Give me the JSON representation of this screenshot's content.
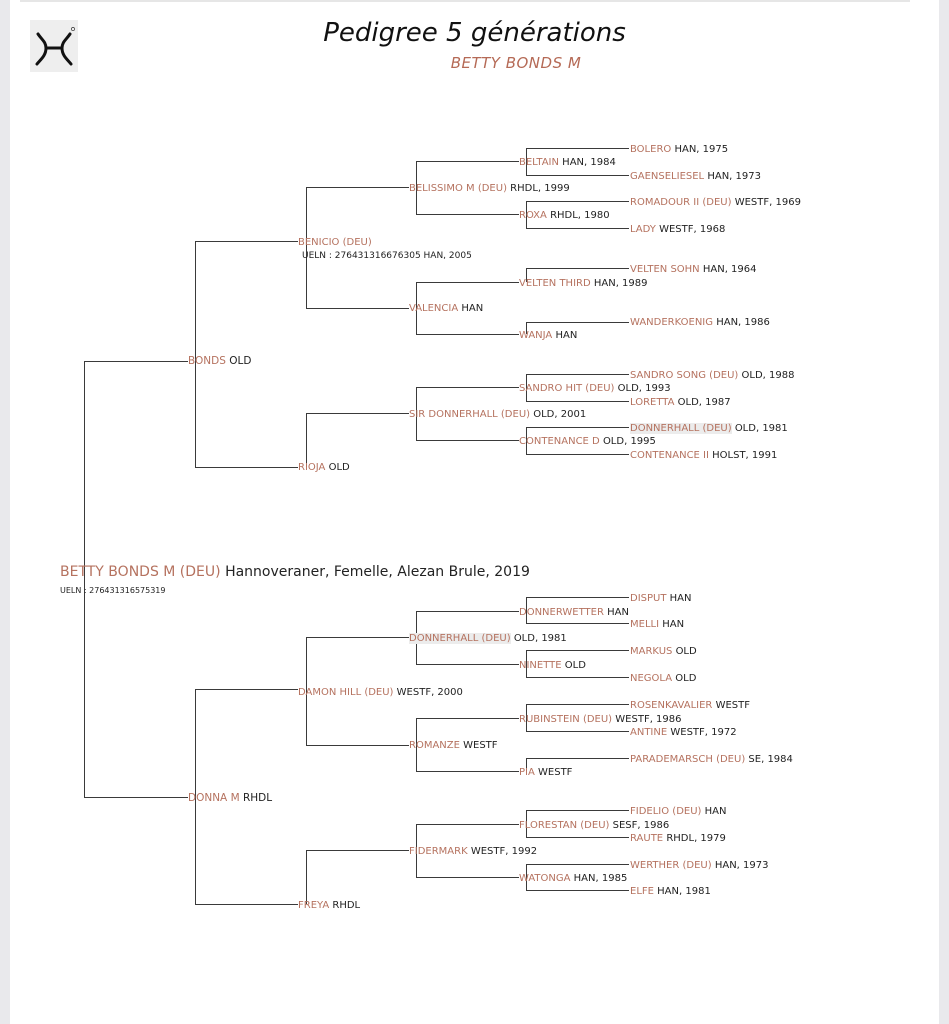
{
  "header": {
    "title": "Pedigree 5 générations",
    "subtitle": "BETTY BONDS M"
  },
  "root": {
    "name": "BETTY BONDS M (DEU)",
    "info": "Hannoveraner, Femelle, Alezan Brule, 2019",
    "ueln": "UELN : 276431316575319"
  },
  "sire": {
    "name": "BONDS",
    "info": "OLD"
  },
  "sire_sire": {
    "name": "BENICIO (DEU)",
    "info": "",
    "ueln": "UELN : 276431316676305 HAN, 2005"
  },
  "sire_dam": {
    "name": "RIOJA",
    "info": "OLD"
  },
  "ss_sire": {
    "name": "BELISSIMO M (DEU)",
    "info": "RHDL, 1999"
  },
  "ss_dam": {
    "name": "VALENCIA",
    "info": "HAN"
  },
  "sd_sire": {
    "name": "SIR DONNERHALL (DEU)",
    "info": "OLD, 2001"
  },
  "dam": {
    "name": "DONNA M",
    "info": "RHDL"
  },
  "dam_sire": {
    "name": "DAMON HILL (DEU)",
    "info": "WESTF, 2000"
  },
  "dam_dam": {
    "name": "FREYA",
    "info": "RHDL"
  },
  "ds_sire": {
    "name": "DONNERHALL (DEU)",
    "info": "OLD, 1981"
  },
  "ds_dam": {
    "name": "ROMANZE",
    "info": "WESTF"
  },
  "dd_sire": {
    "name": "FIDERMARK",
    "info": "WESTF, 1992"
  },
  "gen4": [
    {
      "name": "BELTAIN",
      "info": "HAN, 1984"
    },
    {
      "name": "ROXA",
      "info": "RHDL, 1980"
    },
    {
      "name": "VELTEN THIRD",
      "info": "HAN, 1989"
    },
    {
      "name": "WANJA",
      "info": "HAN"
    },
    {
      "name": "SANDRO HIT (DEU)",
      "info": "OLD, 1993"
    },
    {
      "name": "CONTENANCE D",
      "info": "OLD, 1995"
    },
    {
      "name": "DONNERWETTER",
      "info": "HAN"
    },
    {
      "name": "NINETTE",
      "info": "OLD"
    },
    {
      "name": "RUBINSTEIN (DEU)",
      "info": "WESTF, 1986"
    },
    {
      "name": "PIA",
      "info": "WESTF"
    },
    {
      "name": "FLORESTAN (DEU)",
      "info": "SESF, 1986"
    },
    {
      "name": "WATONGA",
      "info": "HAN, 1985"
    }
  ],
  "gen5": [
    {
      "name": "BOLERO",
      "info": "HAN, 1975"
    },
    {
      "name": "GAENSELIESEL",
      "info": "HAN, 1973"
    },
    {
      "name": "ROMADOUR II (DEU)",
      "info": "WESTF, 1969"
    },
    {
      "name": "LADY",
      "info": "WESTF, 1968"
    },
    {
      "name": "VELTEN SOHN",
      "info": "HAN, 1964"
    },
    {
      "name": "WANDERKOENIG",
      "info": "HAN, 1986"
    },
    {
      "name": "SANDRO SONG (DEU)",
      "info": "OLD, 1988"
    },
    {
      "name": "LORETTA",
      "info": "OLD, 1987"
    },
    {
      "name": "DONNERHALL (DEU)",
      "info": "OLD, 1981"
    },
    {
      "name": "CONTENANCE II",
      "info": "HOLST, 1991"
    },
    {
      "name": "DISPUT",
      "info": "HAN"
    },
    {
      "name": "MELLI",
      "info": "HAN"
    },
    {
      "name": "MARKUS",
      "info": "OLD"
    },
    {
      "name": "NEGOLA",
      "info": "OLD"
    },
    {
      "name": "ROSENKAVALIER",
      "info": "WESTF"
    },
    {
      "name": "ANTINE",
      "info": "WESTF, 1972"
    },
    {
      "name": "PARADEMARSCH (DEU)",
      "info": "SE, 1984"
    },
    {
      "name": "FIDELIO (DEU)",
      "info": "HAN"
    },
    {
      "name": "RAUTE",
      "info": "RHDL, 1979"
    },
    {
      "name": "WERTHER (DEU)",
      "info": "HAN, 1973"
    },
    {
      "name": "ELFE",
      "info": "HAN, 1981"
    }
  ],
  "colors": {
    "name": "#b5725f",
    "line": "#3a3a3a",
    "text": "#222222"
  },
  "icons": {
    "logo": "horse-brand-logo-icon"
  }
}
